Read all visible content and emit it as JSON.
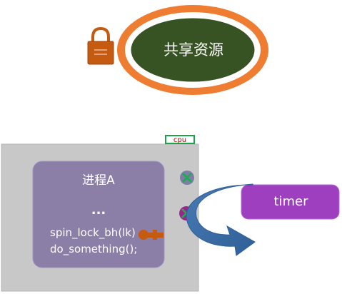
{
  "shared_resource": {
    "label": "共享资源"
  },
  "cpu": {
    "tag": "cpu"
  },
  "process": {
    "title": "进程A",
    "ellipsis": "...",
    "code_lines": [
      "spin_lock_bh(lk)",
      "do_something();"
    ]
  },
  "timer": {
    "label": "timer"
  },
  "colors": {
    "resource_fill": "#375323",
    "resource_ring": "#ee7d31",
    "lock": "#c55a11",
    "cpu_box": "#c8c8c8",
    "process_box": "#8b7fa8",
    "timer_box": "#9d3fbe",
    "arrow": "#3e6fa7",
    "mark_green": "#19b04b"
  }
}
